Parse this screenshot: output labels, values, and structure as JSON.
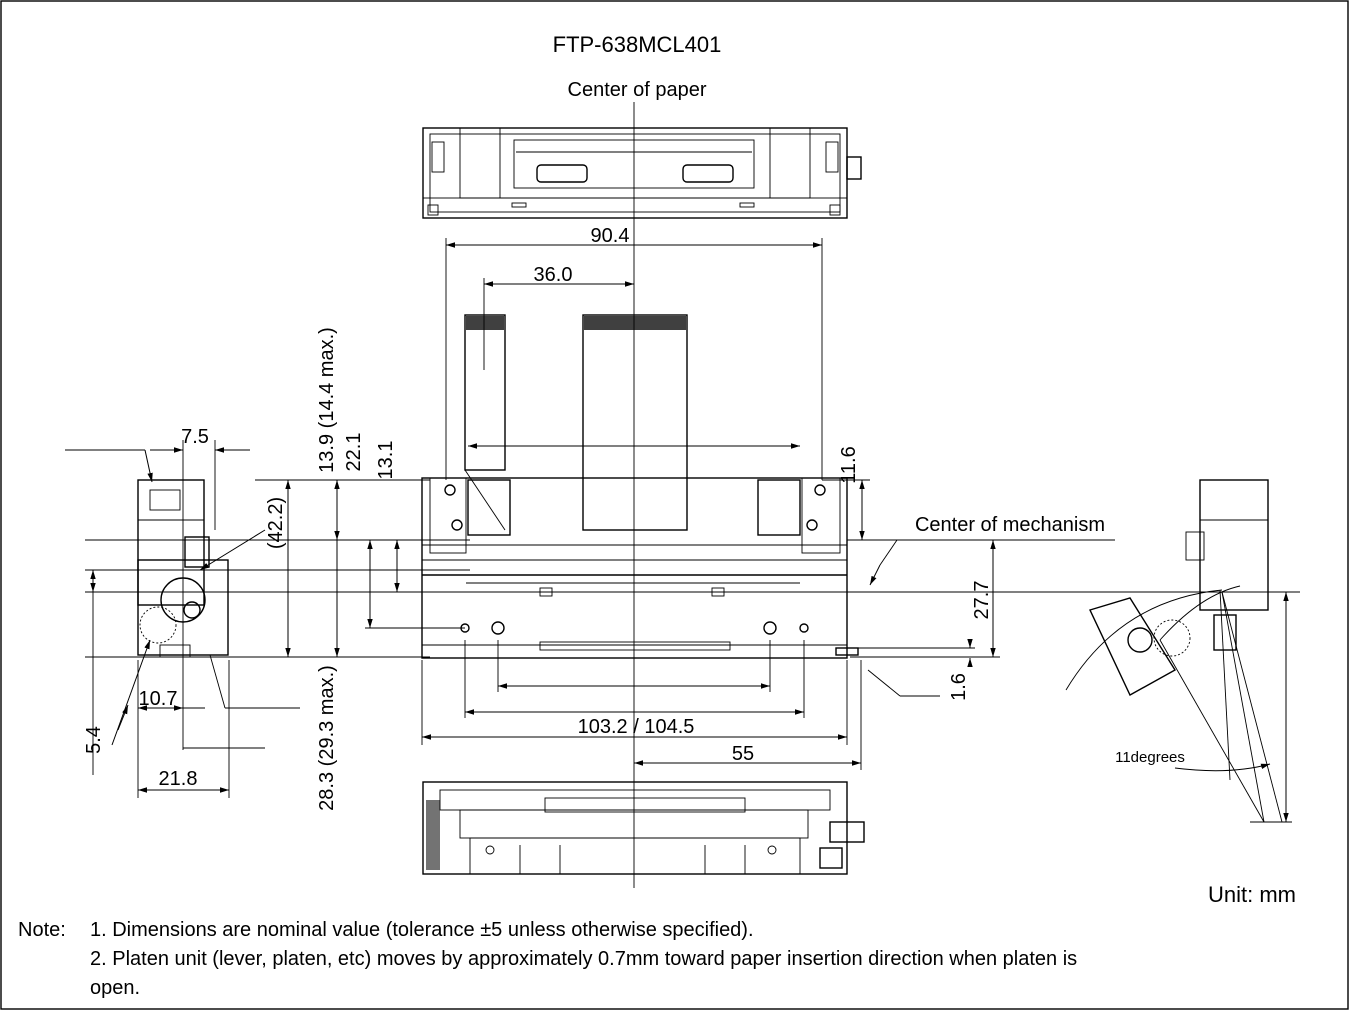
{
  "model": "FTP-638MCL401",
  "labels": {
    "center_of_paper": "Center of paper",
    "center_of_mechanism": "Center of mechanism",
    "unit": "Unit: mm",
    "angle": "11degrees"
  },
  "dimensions": {
    "d90_4": "90.4",
    "d36_0": "36.0",
    "d7_5": "7.5",
    "d13_9": "13.9 (14.4 max.)",
    "d22_1": "22.1",
    "d13_1": "13.1",
    "d11_6": "11.6",
    "d42_2": "(42.2)",
    "d27_7": "27.7",
    "d1_6": "1.6",
    "d10_7": "10.7",
    "d5_4": "5.4",
    "d21_8": "21.8",
    "d28_3": "28.3 (29.3 max.)",
    "d103": "103.2 / 104.5",
    "d55": "55"
  },
  "notes": {
    "prefix": "Note:",
    "n1": "1. Dimensions are nominal value (tolerance ±5 unless otherwise specified).",
    "n2a": "2. Platen unit (lever, platen, etc) moves by approximately 0.7mm toward paper insertion direction when platen is",
    "n2b": "open."
  }
}
